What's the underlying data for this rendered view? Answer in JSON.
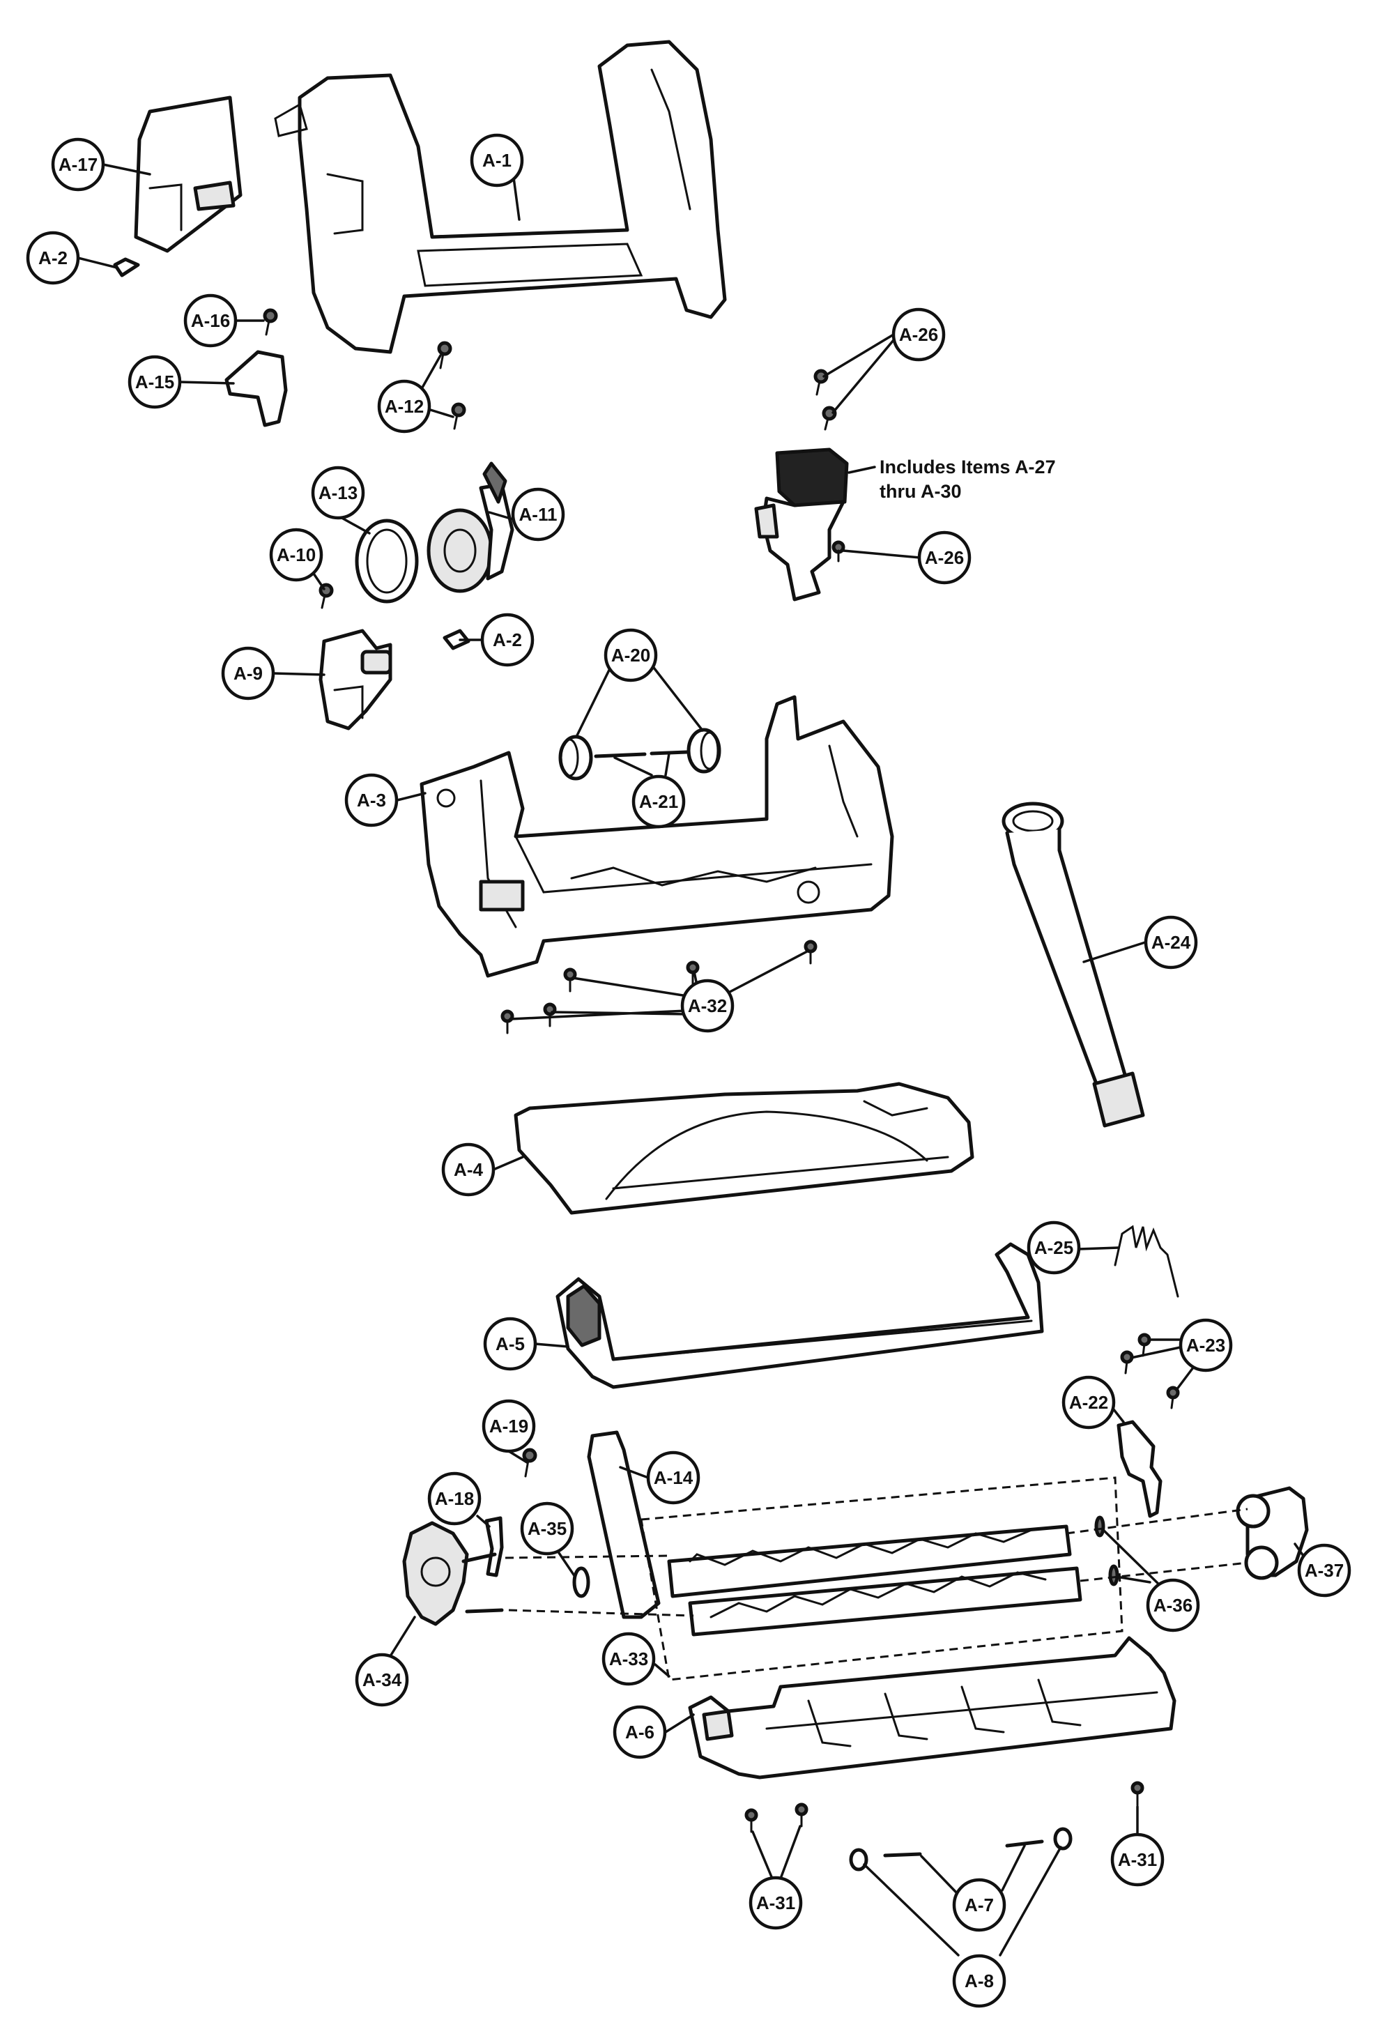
{
  "diagram": {
    "callouts": {
      "a1": "A-1",
      "a2a": "A-2",
      "a2b": "A-2",
      "a3": "A-3",
      "a4": "A-4",
      "a5": "A-5",
      "a6": "A-6",
      "a7": "A-7",
      "a8": "A-8",
      "a9": "A-9",
      "a10": "A-10",
      "a11": "A-11",
      "a12": "A-12",
      "a13": "A-13",
      "a14": "A-14",
      "a15": "A-15",
      "a16": "A-16",
      "a17": "A-17",
      "a18": "A-18",
      "a19": "A-19",
      "a20": "A-20",
      "a21": "A-21",
      "a22": "A-22",
      "a23": "A-23",
      "a24": "A-24",
      "a25": "A-25",
      "a26a": "A-26",
      "a26b": "A-26",
      "a31a": "A-31",
      "a31b": "A-31",
      "a32": "A-32",
      "a33": "A-33",
      "a34": "A-34",
      "a35": "A-35",
      "a36": "A-36",
      "a37": "A-37"
    },
    "note": {
      "line1": "Includes Items A-27",
      "line2": "thru A-30"
    }
  }
}
